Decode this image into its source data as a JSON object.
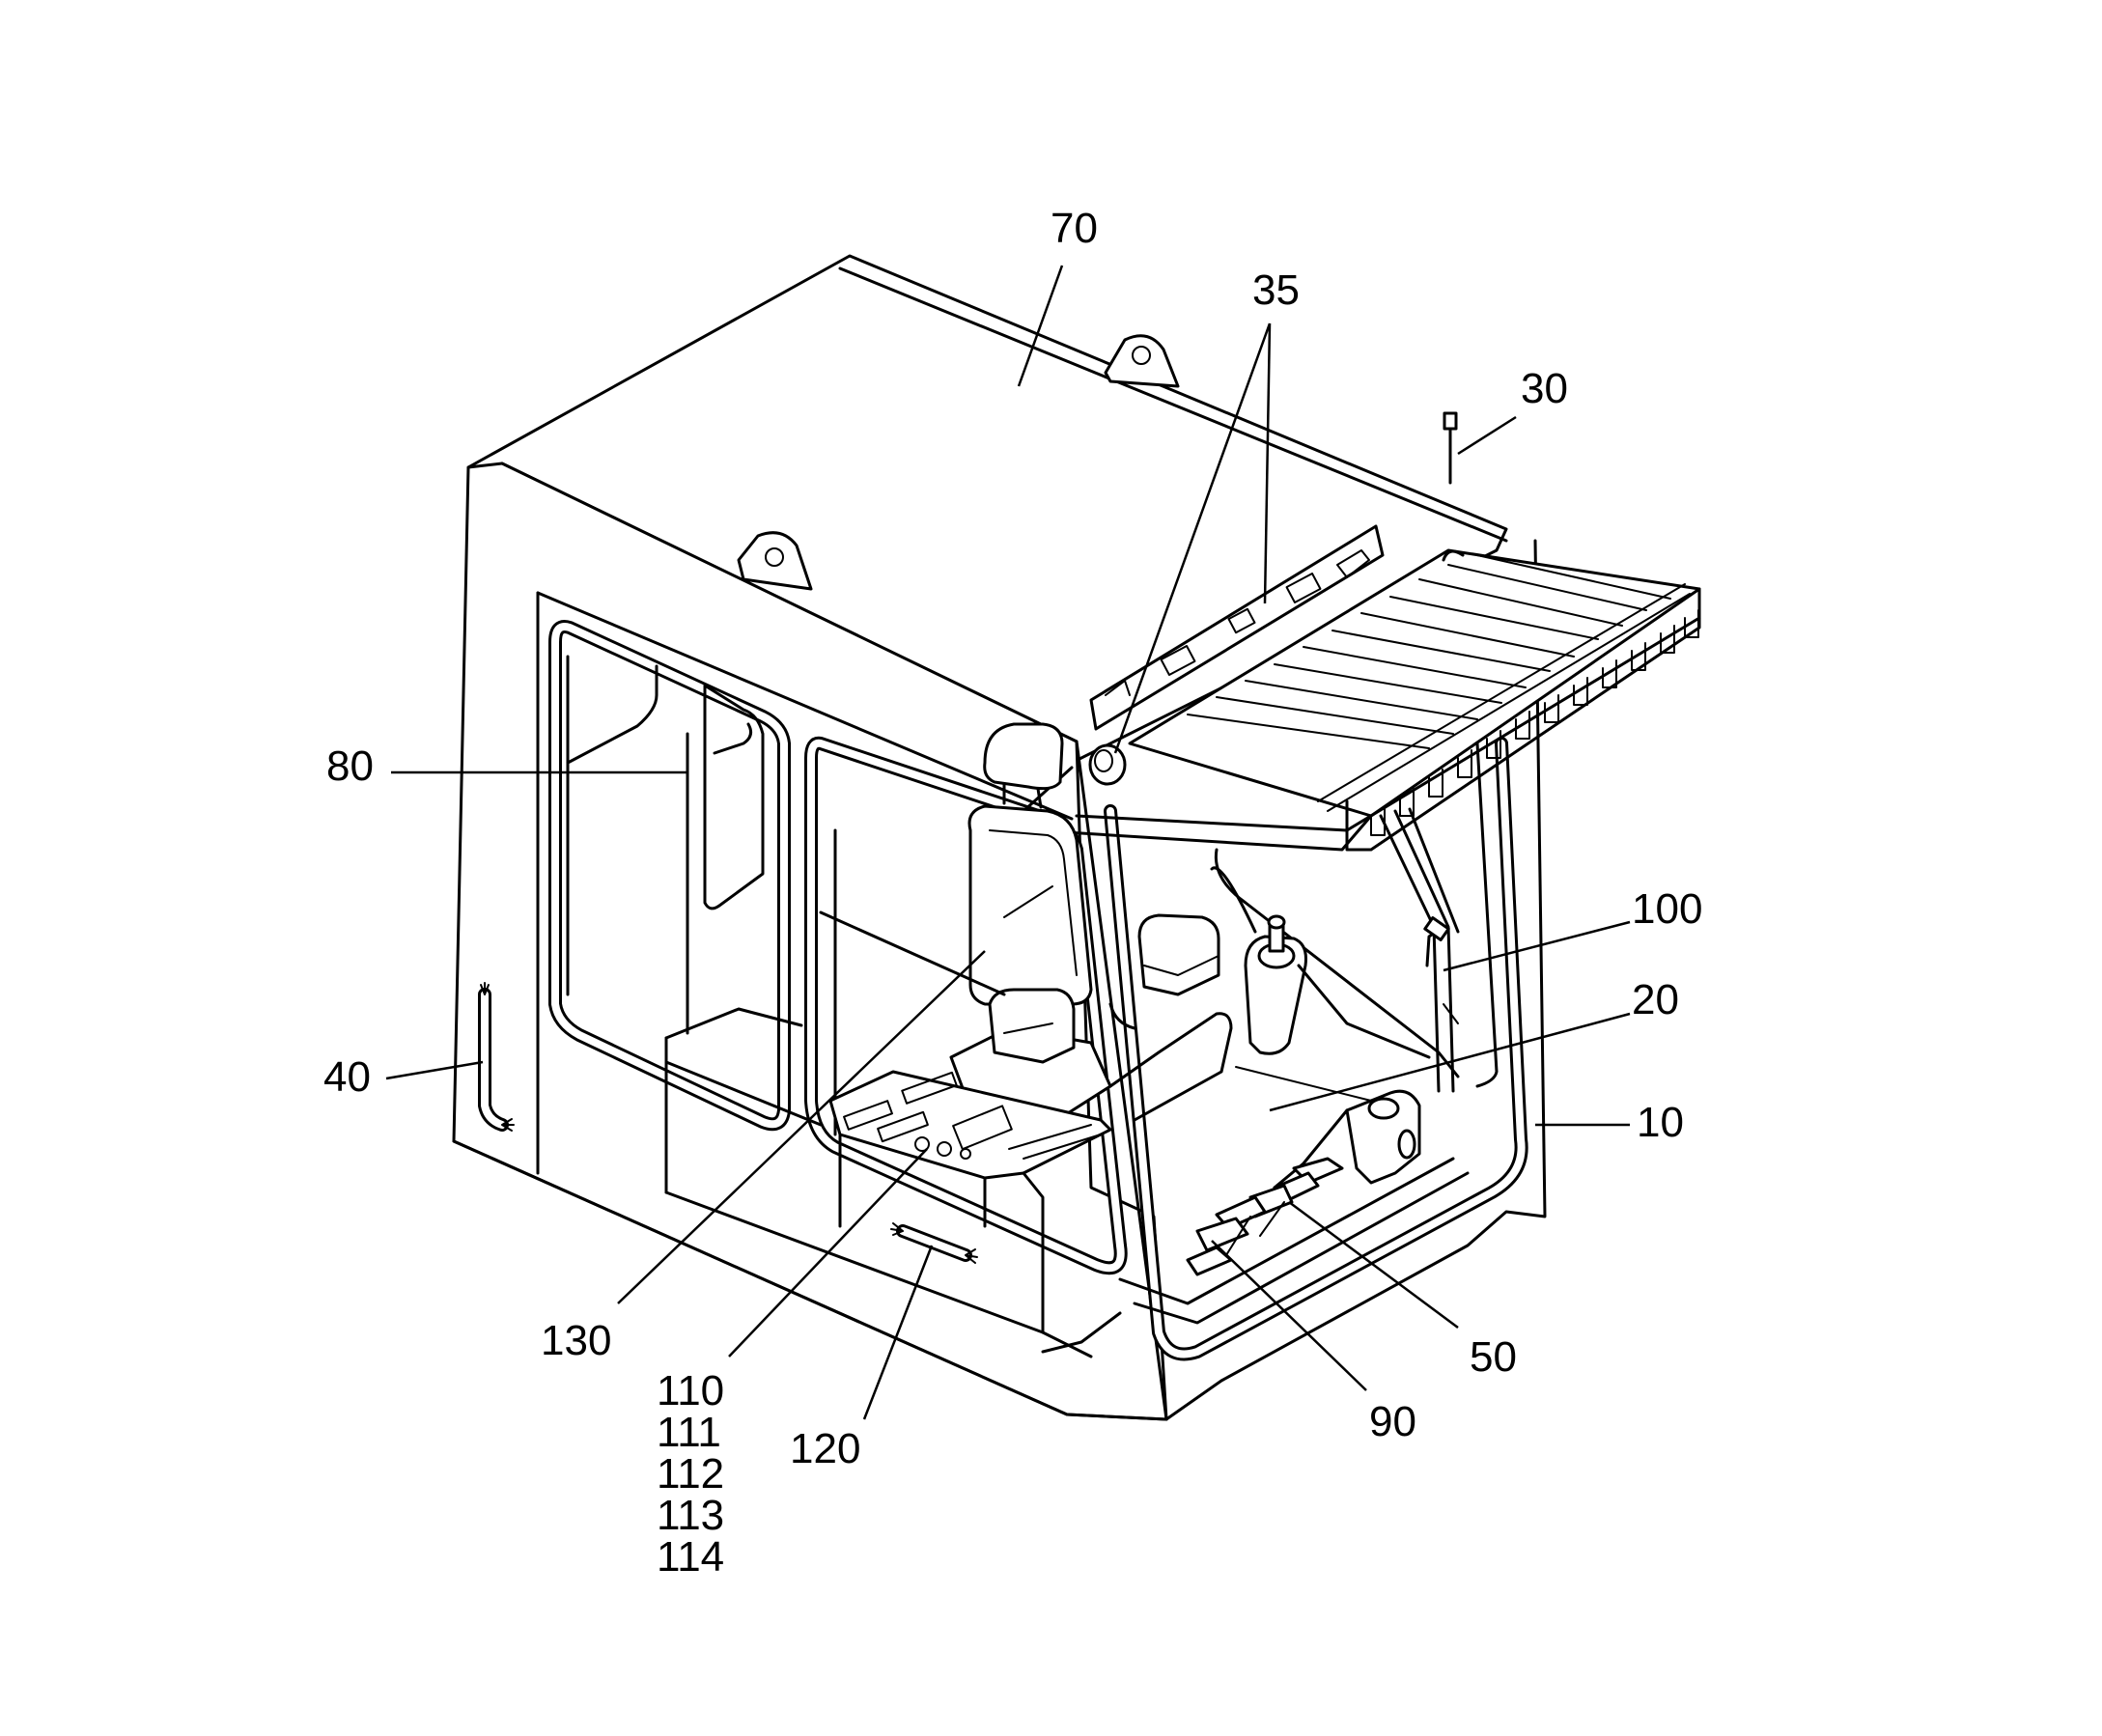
{
  "figure": {
    "labels": {
      "l70": "70",
      "l35": "35",
      "l30": "30",
      "l80": "80",
      "l100": "100",
      "l20": "20",
      "l10": "10",
      "l40": "40",
      "l130": "130",
      "l110": "110",
      "l111": "111",
      "l112": "112",
      "l113": "113",
      "l114": "114",
      "l120": "120",
      "l90": "90",
      "l50": "50"
    },
    "colors": {
      "line": "#000000",
      "background": "#ffffff"
    }
  }
}
